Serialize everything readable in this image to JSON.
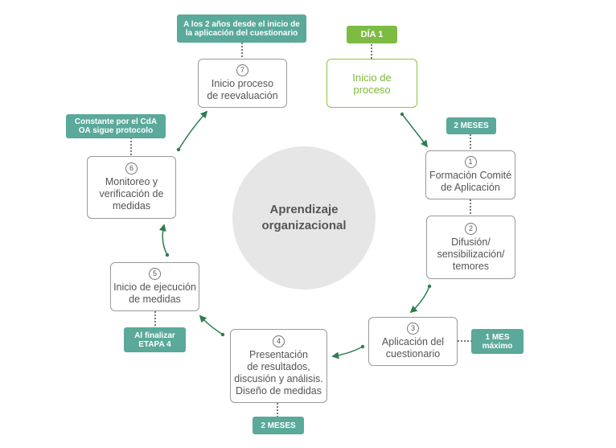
{
  "center": {
    "line1": "Aprendizaje",
    "line2": "organizacional"
  },
  "steps": [
    {
      "num": "",
      "text": "Inicio de\nproceso",
      "tag": "DÍA 1"
    },
    {
      "num": "1",
      "text": "Formación Comité\nde Aplicación",
      "tag": "2 MESES"
    },
    {
      "num": "2",
      "text": "Difusión/\nsensibilización/\ntemores",
      "tag": ""
    },
    {
      "num": "3",
      "text": "Aplicación del\ncuestionario",
      "tag": "1 MES\nmáximo"
    },
    {
      "num": "4",
      "text": "Presentación\nde resultados,\ndiscusión y análisis.\nDiseño de medidas",
      "tag": "2 MESES"
    },
    {
      "num": "5",
      "text": "Inicio de ejecución\nde medidas",
      "tag": "Al finalizar\nETAPA 4"
    },
    {
      "num": "6",
      "text": "Monitoreo y\nverificación de\nmedidas",
      "tag": "Constante por el CdA\nOA sigue protocolo"
    },
    {
      "num": "7",
      "text": "Inicio proceso\nde reevaluación",
      "tag": "A los 2 años desde el inicio de\nla aplicación del cuestionario"
    }
  ],
  "colors": {
    "teal": "#5aa99a",
    "green": "#7dbb43",
    "arrow": "#2e7d4f",
    "border": "#9a9a9a",
    "circle": "#e6e6e6"
  }
}
